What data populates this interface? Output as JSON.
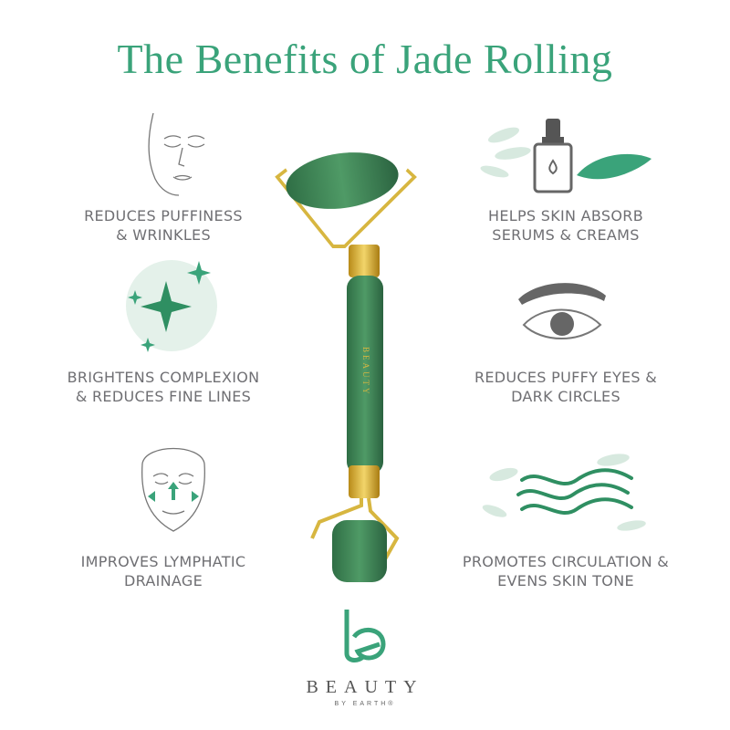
{
  "title": "The Benefits of Jade Rolling",
  "colors": {
    "accent": "#3aa37a",
    "text": "#6f6f73",
    "jade": "#3f8a5a",
    "gold": "#c9a227"
  },
  "benefits": [
    {
      "lines": [
        "Reduces Puffiness",
        "& Wrinkles"
      ],
      "icon": "face-eyes-closed-icon"
    },
    {
      "lines": [
        "Brightens Complexion",
        "& Reduces Fine Lines"
      ],
      "icon": "sparkles-icon"
    },
    {
      "lines": [
        "Improves Lymphatic",
        "Drainage"
      ],
      "icon": "face-arrows-icon"
    },
    {
      "lines": [
        "Helps Skin Absorb",
        "Serums & Creams"
      ],
      "icon": "serum-bottle-icon"
    },
    {
      "lines": [
        "Reduces Puffy Eyes &",
        "Dark Circles"
      ],
      "icon": "eye-icon"
    },
    {
      "lines": [
        "Promotes Circulation &",
        "Evens Skin Tone"
      ],
      "icon": "waves-icon"
    }
  ],
  "product": {
    "engraving": "BEAUTY"
  },
  "brand": {
    "letter": "be",
    "name": "BEAUTY",
    "sub": "BY EARTH®"
  }
}
